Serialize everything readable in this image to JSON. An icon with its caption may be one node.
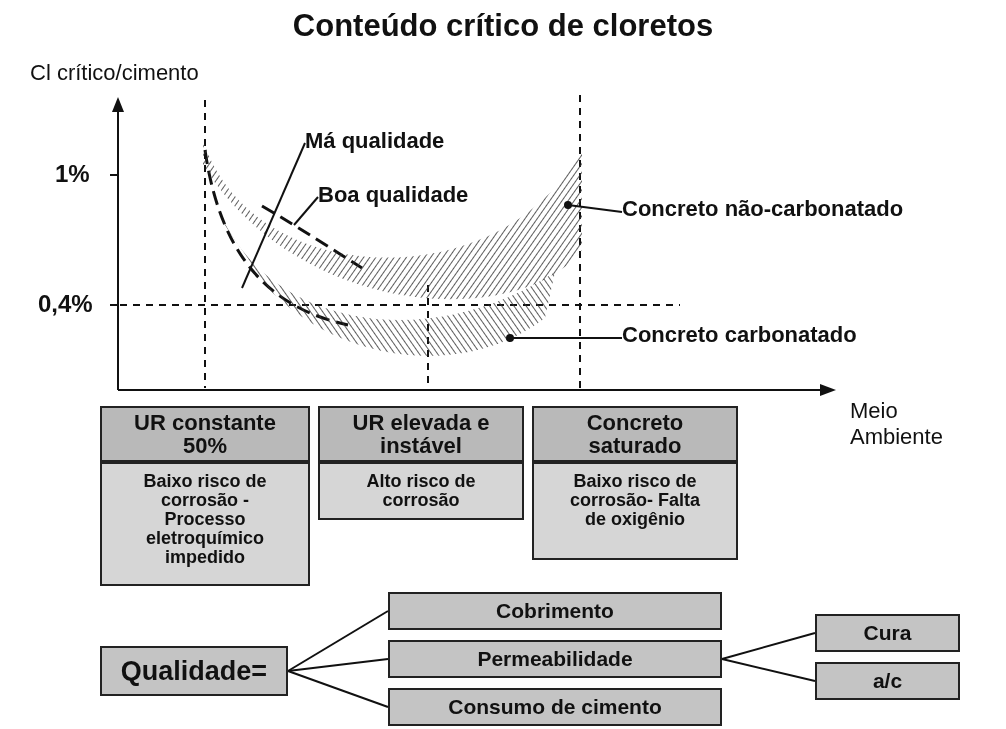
{
  "diagram": {
    "title": "Conteúdo crítico de cloretos",
    "nodes": [
      {
        "text": [
          "Má qualidade"
        ]
      },
      {
        "text": [],
        "shape": "line"
      },
      {
        "text": [
          "Boa qualidade"
        ]
      },
      {
        "text": [],
        "shape": "line"
      },
      {
        "text": [
          "Concreto não-carbonatado"
        ]
      },
      {
        "text": [],
        "shape": "band"
      },
      {
        "text": [
          "Concreto carbonatado"
        ]
      },
      {
        "text": [],
        "shape": "band"
      },
      {
        "text": [
          "UR constante 50%"
        ]
      },
      {
        "text": [
          "Baixo risco de corrosão - Processo eletroquímico impedido"
        ]
      },
      {
        "text": [
          "UR elevada e instável"
        ]
      },
      {
        "text": [
          "Alto risco de corrosão"
        ]
      },
      {
        "text": [
          "Concreto saturado"
        ]
      },
      {
        "text": [
          "Baixo risco de corrosão- Falta de oxigênio"
        ]
      },
      {
        "text": [
          "Qualidade="
        ]
      },
      {
        "text": [
          "Cobrimento"
        ]
      },
      {
        "text": [
          "Permeabilidade"
        ]
      },
      {
        "text": [
          "Consumo de cimento"
        ]
      },
      {
        "text": [
          "Cura"
        ]
      },
      {
        "text": [
          "a/c"
        ]
      }
    ],
    "edges": [
      {
        "from": 0,
        "to": 1,
        "arrow": "none"
      },
      {
        "from": 2,
        "to": 3,
        "arrow": "none"
      },
      {
        "from": 4,
        "to": 5,
        "arrow": "other"
      },
      {
        "from": 6,
        "to": 7,
        "arrow": "other"
      },
      {
        "from": 14,
        "to": 15,
        "arrow": "none"
      },
      {
        "from": 14,
        "to": 16,
        "arrow": "none"
      },
      {
        "from": 14,
        "to": 17,
        "arrow": "none"
      },
      {
        "from": 16,
        "to": 18,
        "arrow": "none"
      },
      {
        "from": 16,
        "to": 19,
        "arrow": "none"
      }
    ],
    "labels": [
      "Cl crítico/cimento",
      "1%",
      "0,4%",
      "Meio Ambiente"
    ]
  }
}
